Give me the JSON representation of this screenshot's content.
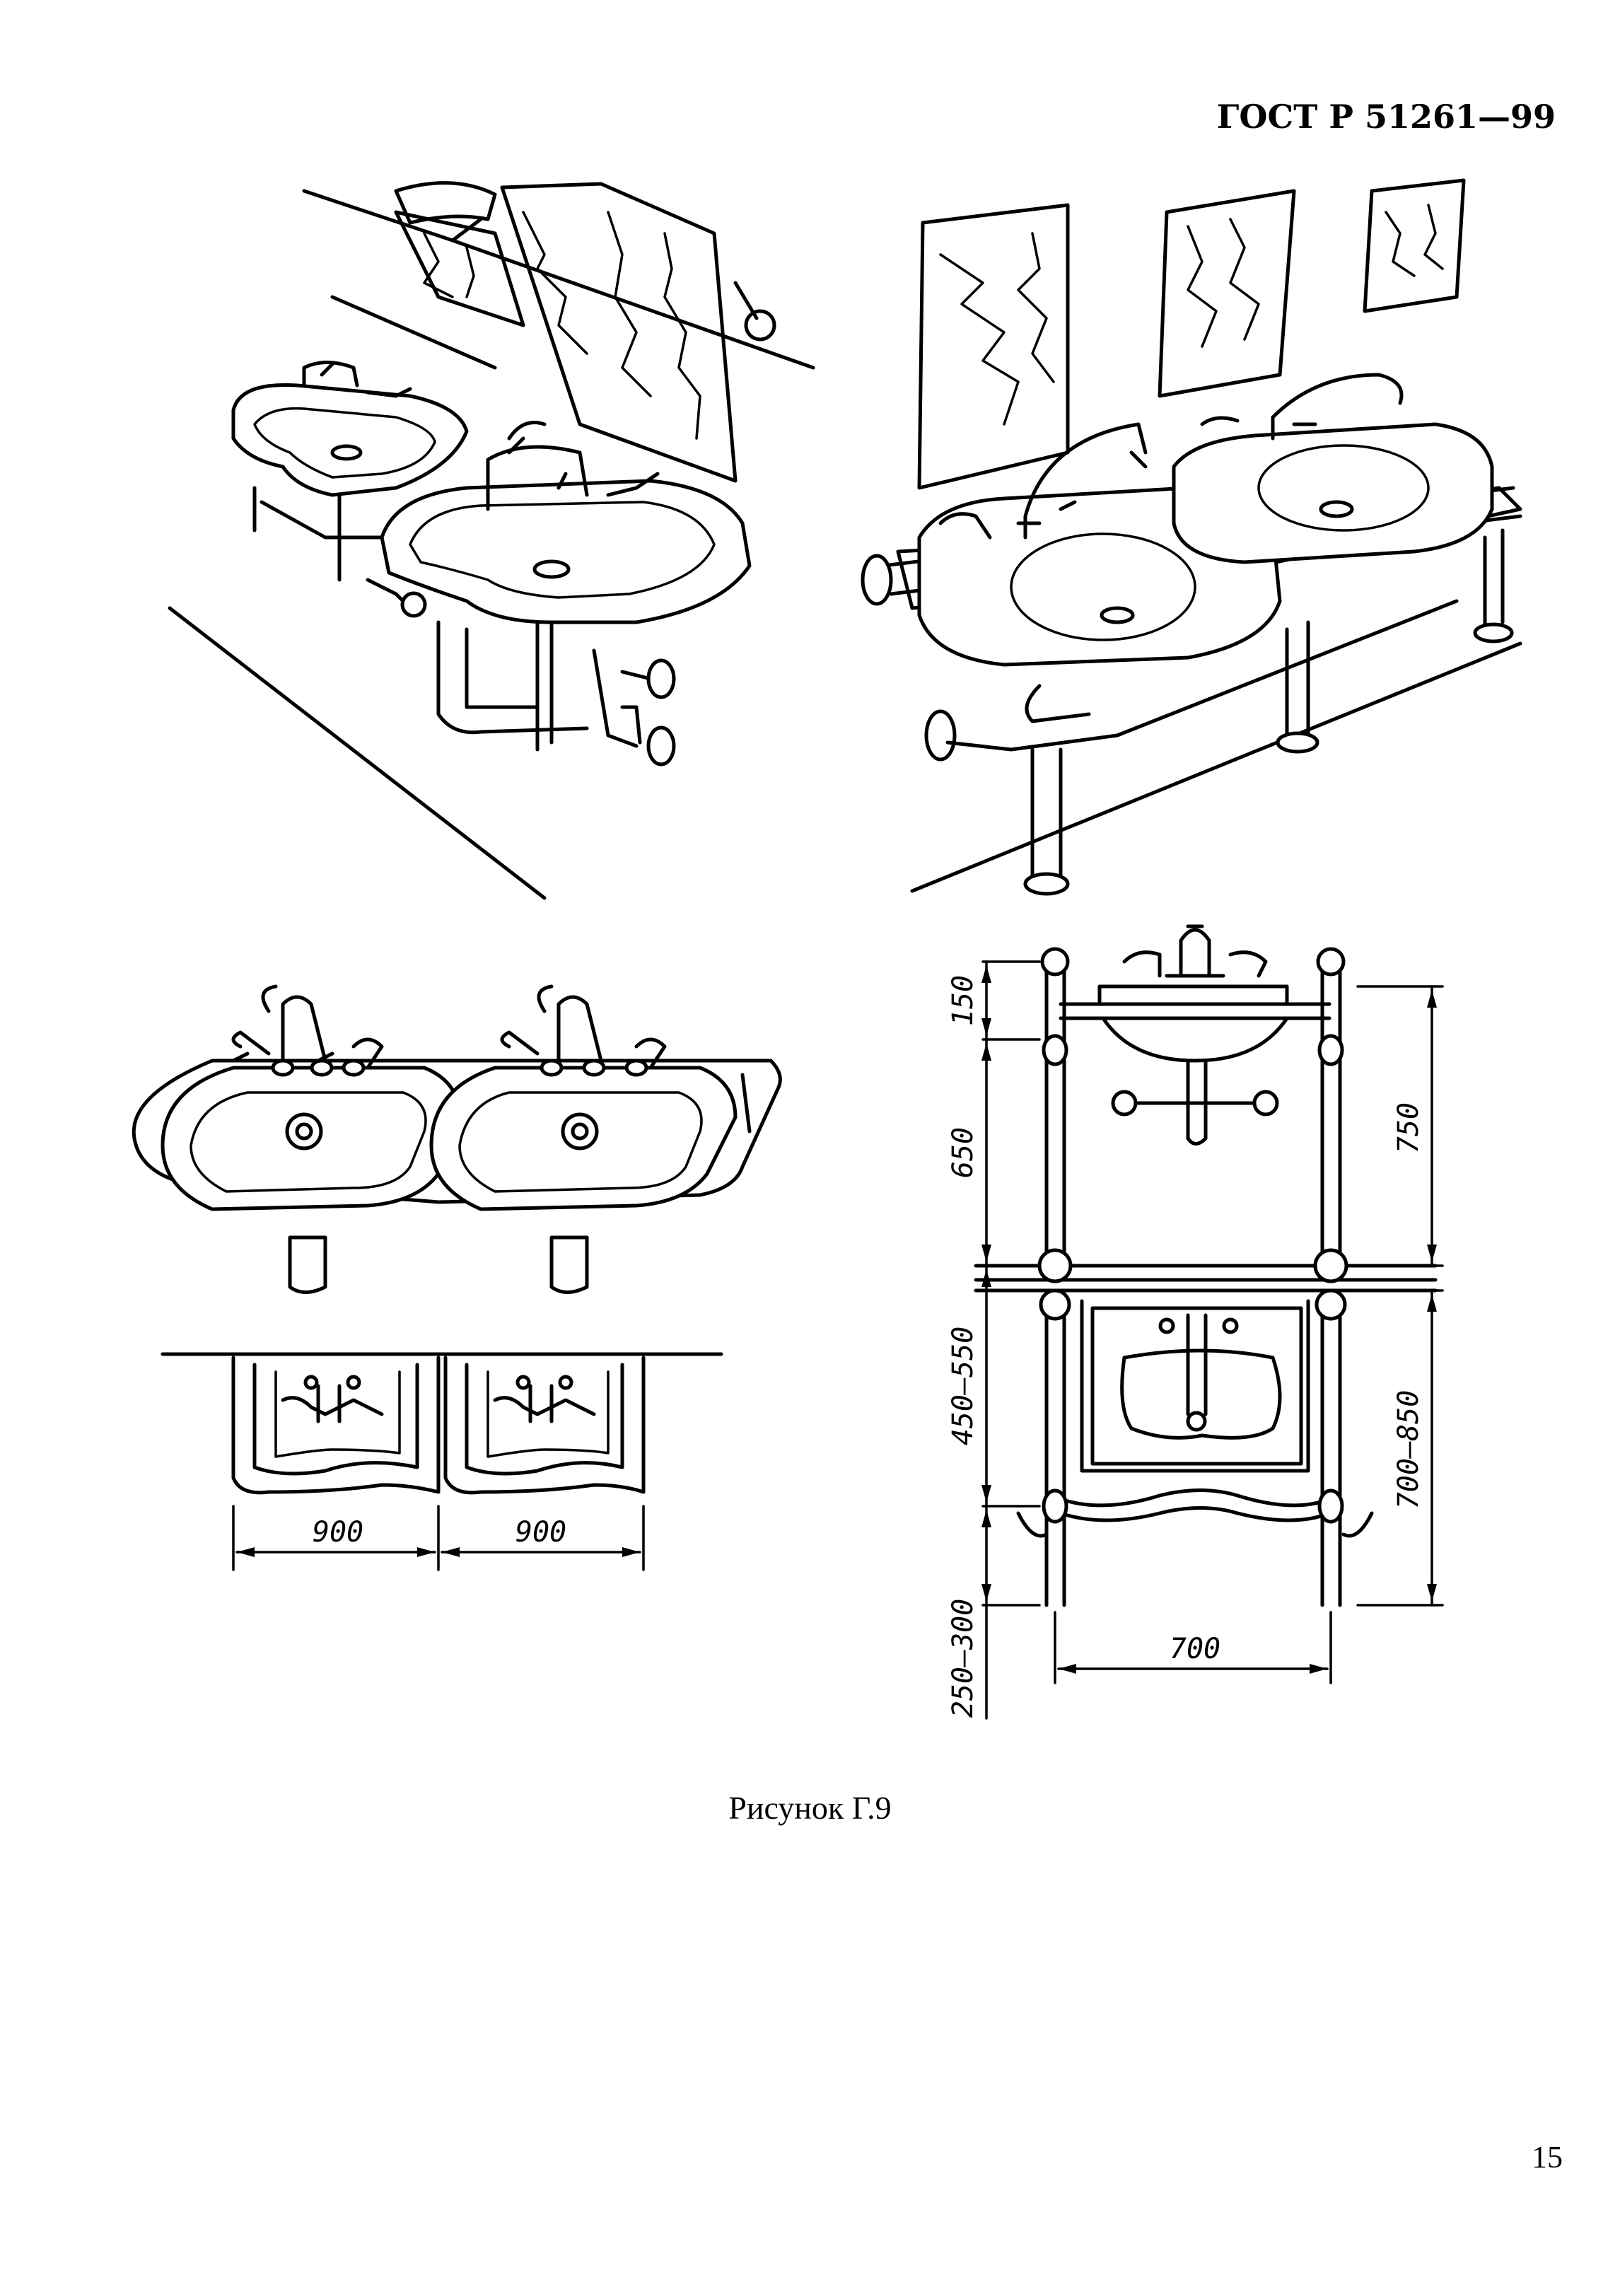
{
  "header": {
    "standard_code": "ГОСТ Р 51261—99"
  },
  "dimensions": {
    "bottom_left_1": "900",
    "bottom_left_2": "900",
    "right_150": "150",
    "right_650": "650",
    "right_750": "750",
    "right_450_550": "450–550",
    "right_700_850": "700–850",
    "right_250_300": "250–300",
    "right_700": "700"
  },
  "caption": "Рисунок Г.9",
  "page_number": "15"
}
